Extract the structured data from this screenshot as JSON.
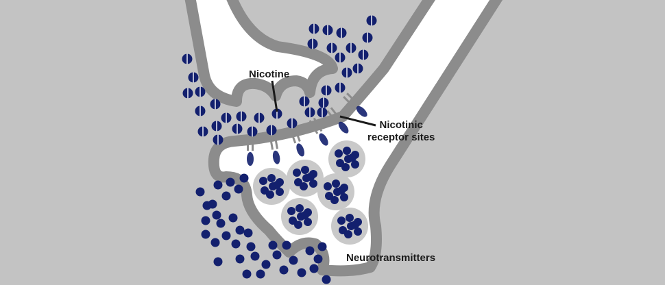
{
  "diagram": {
    "labels": {
      "nicotine": "Nicotine",
      "receptor_line1": "Nicotinic",
      "receptor_line2": "receptor sites",
      "neurotransmitters": "Neurotransmitters"
    },
    "colors": {
      "background": "#c3c3c3",
      "membrane": "#8c8c8c",
      "cell_interior": "#ffffff",
      "molecule": "#13206e",
      "vesicle": "#c9c9c9",
      "label_text": "#1a1a1a"
    }
  }
}
